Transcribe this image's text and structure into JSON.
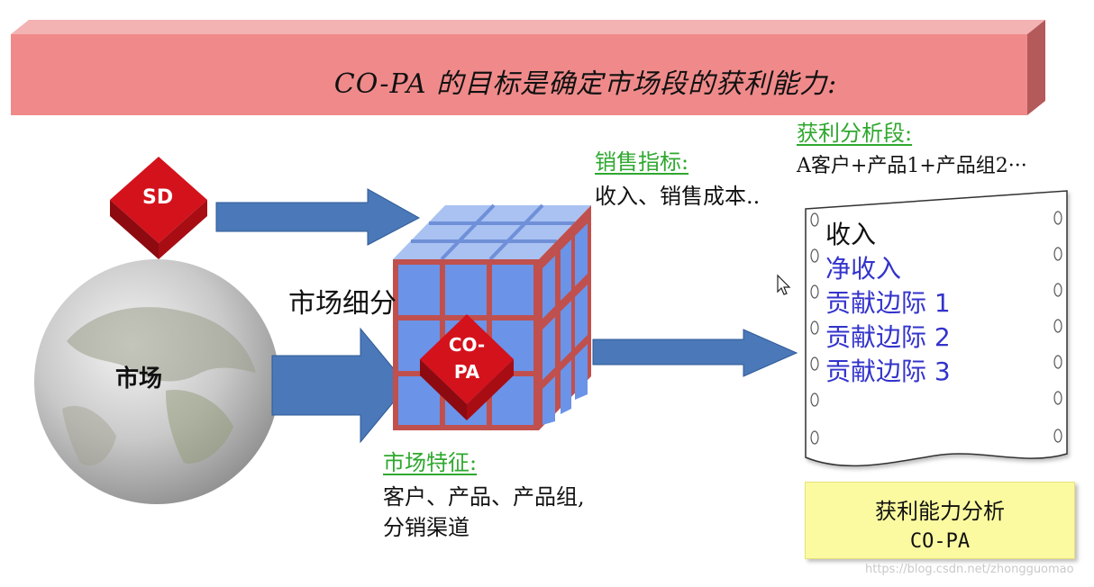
{
  "banner": {
    "title": "CO-PA 的目标是确定市场段的获利能力:"
  },
  "sd_badge": {
    "label": "SD"
  },
  "globe": {
    "label": "市场"
  },
  "cube": {
    "label": "市场细分",
    "badge_line1": "CO-",
    "badge_line2": "PA"
  },
  "sales_indicators": {
    "heading": "销售指标:",
    "text": "收入、销售成本.."
  },
  "profit_segment": {
    "heading": "获利分析段:",
    "text": "A客户+产品1+产品组2···"
  },
  "market_features": {
    "heading": "市场特征:",
    "line1": "客户、产品、产品组,",
    "line2": "分销渠道"
  },
  "report": {
    "items": [
      "收入",
      "净收入",
      "贡献边际 1",
      "贡献边际 2",
      "贡献边际 3"
    ]
  },
  "result_box": {
    "line1": "获利能力分析",
    "line2": "CO-PA"
  },
  "watermark": "https://blog.csdn.net/zhongguomao",
  "colors": {
    "banner": "#f08a8a",
    "banner_dark": "#b45a5a",
    "arrow": "#4a78b8",
    "cube_blue": "#6b93e8",
    "cube_red": "#c0504d",
    "badge_red": "#d4121c",
    "label_green": "#2fa82f",
    "report_blue": "#3333cc"
  },
  "icons": [
    "mouse-cursor-icon"
  ]
}
